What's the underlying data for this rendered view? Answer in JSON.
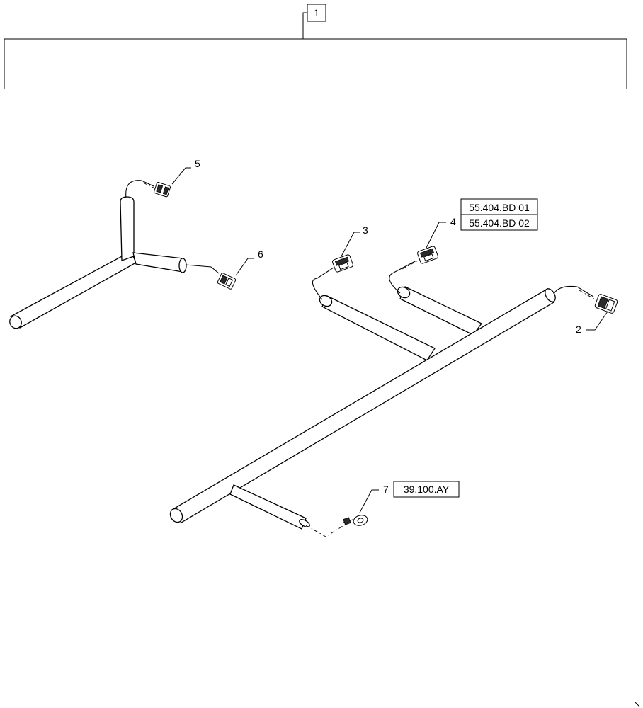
{
  "callouts": {
    "c1": "1",
    "c2": "2",
    "c3": "3",
    "c4": "4",
    "c5": "5",
    "c6": "6",
    "c7": "7"
  },
  "references": {
    "ref_bd01": "55.404.BD 01",
    "ref_bd02": "55.404.BD 02",
    "ref_ay": "39.100.AY"
  }
}
